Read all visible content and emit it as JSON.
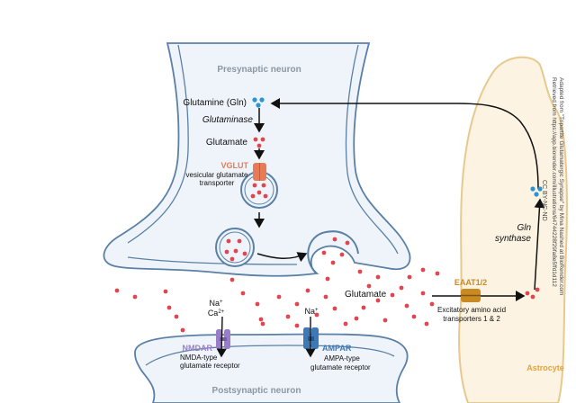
{
  "presynaptic": {
    "label": "Presynaptic neuron",
    "glutamine": "Glutamine (Gln)",
    "glutaminase": "Glutaminase",
    "glutamate": "Glutamate",
    "vglut": "VGLUT",
    "vglut_desc_1": "vesicular glutamate",
    "vglut_desc_2": "transporter"
  },
  "cleft": {
    "glutamate": "Glutamate"
  },
  "postsynaptic": {
    "label": "Postsynaptic neuron",
    "nmdar": "NMDAR",
    "nmdar_ions_na": "Na",
    "nmdar_ions_ca": "Ca",
    "nmdar_ions_na_sup": "+",
    "nmdar_ions_ca_sup": "2+",
    "nmdar_desc_1": "NMDA-type",
    "nmdar_desc_2": "glutamate receptor",
    "ampar": "AMPAR",
    "ampar_ion": "Na",
    "ampar_ion_sup": "+",
    "ampar_desc_1": "AMPA-type",
    "ampar_desc_2": "glutamate receptor"
  },
  "astrocyte": {
    "label": "Astrocyte",
    "eaat": "EAAT1/2",
    "eaat_desc_1": "Excitatory amino acid",
    "eaat_desc_2": "transporters 1 & 2",
    "gln_synthase_1": "Gln",
    "gln_synthase_2": "synthase"
  },
  "credits": {
    "license": "CC BY-NC-ND",
    "line1": "Adapted from \"Tripartite Glutamatergic Synapse\" by Mina Nashed at BioRender.com",
    "line2": "Retrieved from https://app.biorender.com/illustrations/64744228f29fa8e5ffd1d112"
  },
  "colors": {
    "neuron_fill": "#eef4fa",
    "neuron_stroke": "#5b80a6",
    "astro_fill": "#fcf3e2",
    "astro_stroke": "#e7c98e",
    "glutamate_dot": "#e0464f",
    "glutamine_dot": "#2f93cf",
    "vglut": "#e77a57",
    "nmdar": "#9a7dc8",
    "ampar": "#3e78b5",
    "eaat": "#c98a23",
    "label_grey": "#8c97a3"
  }
}
